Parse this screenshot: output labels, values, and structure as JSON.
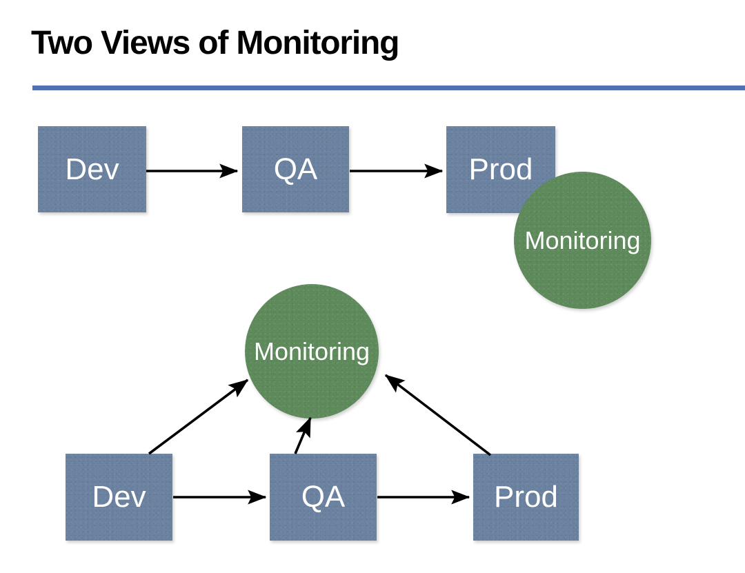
{
  "slide": {
    "title": "Two Views of Monitoring",
    "background_color": "#ffffff",
    "rule_color": "#5271b0",
    "box_color": "#6b82a0",
    "circle_color": "#5f8b5c",
    "arrow_color": "#000000",
    "label_color": "#ffffff"
  },
  "diagrams": [
    {
      "id": "traditional-view",
      "nodes": [
        {
          "id": "dev-top",
          "label": "Dev",
          "shape": "rect"
        },
        {
          "id": "qa-top",
          "label": "QA",
          "shape": "rect"
        },
        {
          "id": "prod-top",
          "label": "Prod",
          "shape": "rect"
        },
        {
          "id": "monitoring-top",
          "label": "Monitoring",
          "shape": "circle"
        }
      ],
      "edges": [
        {
          "from": "dev-top",
          "to": "qa-top",
          "style": "straight-arrow"
        },
        {
          "from": "qa-top",
          "to": "prod-top",
          "style": "straight-arrow"
        }
      ]
    },
    {
      "id": "devops-view",
      "nodes": [
        {
          "id": "dev-bottom",
          "label": "Dev",
          "shape": "rect"
        },
        {
          "id": "qa-bottom",
          "label": "QA",
          "shape": "rect"
        },
        {
          "id": "prod-bottom",
          "label": "Prod",
          "shape": "rect"
        },
        {
          "id": "monitoring-bottom",
          "label": "Monitoring",
          "shape": "circle"
        }
      ],
      "edges": [
        {
          "from": "dev-bottom",
          "to": "qa-bottom",
          "style": "straight-arrow"
        },
        {
          "from": "qa-bottom",
          "to": "prod-bottom",
          "style": "straight-arrow"
        },
        {
          "from": "dev-bottom",
          "to": "monitoring-bottom",
          "style": "diagonal-arrow"
        },
        {
          "from": "qa-bottom",
          "to": "monitoring-bottom",
          "style": "diagonal-arrow"
        },
        {
          "from": "prod-bottom",
          "to": "monitoring-bottom",
          "style": "diagonal-arrow"
        }
      ]
    }
  ]
}
